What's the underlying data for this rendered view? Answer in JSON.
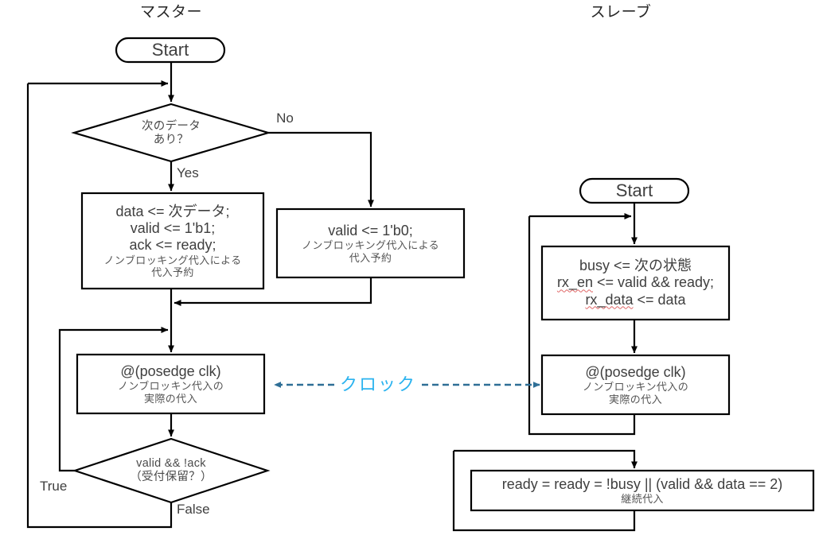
{
  "diagram": {
    "type": "flowchart",
    "title_master": "マスター",
    "title_slave": "スレーブ"
  },
  "master": {
    "start_label": "Start",
    "decision1": {
      "line1": "次のデータ",
      "line2": "あり？",
      "yes_label": "Yes",
      "no_label": "No"
    },
    "process_yes": {
      "line1": "data <= 次データ;",
      "line2": "valid <= 1'b1;",
      "line3": "ack <= ready;",
      "note1": "ノンブロッキング代入による",
      "note2": "代入予約"
    },
    "process_no": {
      "line1": "valid <= 1'b0;",
      "note1": "ノンブロッキング代入による",
      "note2": "代入予約"
    },
    "clock_block": {
      "line1": "@(posedge clk)",
      "note1": "ノンブロッキン代入の",
      "note2": "実際の代入"
    },
    "decision2": {
      "line1": "valid && !ack",
      "line2": "（受付保留？）",
      "true_label": "True",
      "false_label": "False"
    }
  },
  "slave": {
    "start_label": "Start",
    "process_busy": {
      "line1": "busy <= 次の状態",
      "line2a": "rx_en",
      "line2b": " <= valid && ready;",
      "line3a": "rx_data",
      "line3b": " <= data"
    },
    "clock_block": {
      "line1": "@(posedge clk)",
      "note1": "ノンブロッキン代入の",
      "note2": "実際の代入"
    },
    "process_ready": {
      "line1": "ready = ready = !busy || (valid && data == 2)",
      "note1": "継続代入"
    }
  },
  "clock_link": {
    "label": "クロック"
  },
  "colors": {
    "stroke": "#000000",
    "text": "#3f3f3f",
    "clock_text": "#2bb3ef",
    "clock_arrow": "#2f6f96",
    "spellcheck": "#e06666",
    "background": "#ffffff"
  }
}
